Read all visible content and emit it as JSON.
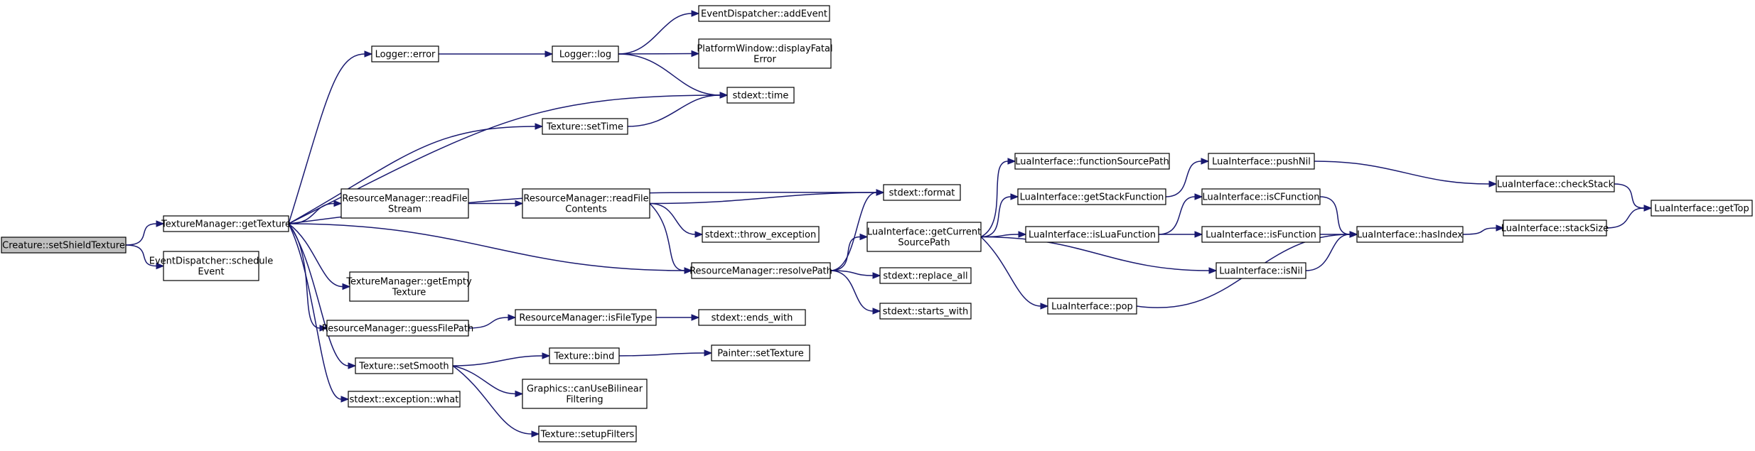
{
  "graph": {
    "node_fill": "#ffffff",
    "root_fill": "#bfbfbf",
    "edge_color": "#191970",
    "nodes": [
      {
        "id": "root",
        "lines": [
          "Creature::setShieldTexture"
        ],
        "root": true
      },
      {
        "id": "tm_getTexture",
        "lines": [
          "TextureManager::getTexture"
        ]
      },
      {
        "id": "ed_schedule",
        "lines": [
          "EventDispatcher::schedule",
          "Event"
        ]
      },
      {
        "id": "logger_error",
        "lines": [
          "Logger::error"
        ]
      },
      {
        "id": "logger_log",
        "lines": [
          "Logger::log"
        ]
      },
      {
        "id": "ed_addEvent",
        "lines": [
          "EventDispatcher::addEvent"
        ]
      },
      {
        "id": "pw_fatal",
        "lines": [
          "PlatformWindow::displayFatal",
          "Error"
        ]
      },
      {
        "id": "stdext_time",
        "lines": [
          "stdext::time"
        ]
      },
      {
        "id": "tex_setTime",
        "lines": [
          "Texture::setTime"
        ]
      },
      {
        "id": "stdext_format",
        "lines": [
          "stdext::format"
        ]
      },
      {
        "id": "rm_readFileStream",
        "lines": [
          "ResourceManager::readFile",
          "Stream"
        ]
      },
      {
        "id": "rm_readFileContents",
        "lines": [
          "ResourceManager::readFile",
          "Contents"
        ]
      },
      {
        "id": "stdext_throw",
        "lines": [
          "stdext::throw_exception"
        ]
      },
      {
        "id": "rm_resolvePath",
        "lines": [
          "ResourceManager::resolvePath"
        ]
      },
      {
        "id": "tm_getEmpty",
        "lines": [
          "TextureManager::getEmpty",
          "Texture"
        ]
      },
      {
        "id": "rm_guess",
        "lines": [
          "ResourceManager::guessFilePath"
        ]
      },
      {
        "id": "rm_isFileType",
        "lines": [
          "ResourceManager::isFileType"
        ]
      },
      {
        "id": "stdext_ends",
        "lines": [
          "stdext::ends_with"
        ]
      },
      {
        "id": "tex_setSmooth",
        "lines": [
          "Texture::setSmooth"
        ]
      },
      {
        "id": "tex_bind",
        "lines": [
          "Texture::bind"
        ]
      },
      {
        "id": "painter_setTexture",
        "lines": [
          "Painter::setTexture"
        ]
      },
      {
        "id": "gfx_canUse",
        "lines": [
          "Graphics::canUseBilinear",
          "Filtering"
        ]
      },
      {
        "id": "tex_setupFilters",
        "lines": [
          "Texture::setupFilters"
        ]
      },
      {
        "id": "stdext_what",
        "lines": [
          "stdext::exception::what"
        ]
      },
      {
        "id": "lua_getCurrentSource",
        "lines": [
          "LuaInterface::getCurrent",
          "SourcePath"
        ]
      },
      {
        "id": "stdext_replace",
        "lines": [
          "stdext::replace_all"
        ]
      },
      {
        "id": "stdext_starts",
        "lines": [
          "stdext::starts_with"
        ]
      },
      {
        "id": "lua_funcSourcePath",
        "lines": [
          "LuaInterface::functionSourcePath"
        ]
      },
      {
        "id": "lua_getStackFunction",
        "lines": [
          "LuaInterface::getStackFunction"
        ]
      },
      {
        "id": "lua_isLuaFunction",
        "lines": [
          "LuaInterface::isLuaFunction"
        ]
      },
      {
        "id": "lua_pop",
        "lines": [
          "LuaInterface::pop"
        ]
      },
      {
        "id": "lua_pushNil",
        "lines": [
          "LuaInterface::pushNil"
        ]
      },
      {
        "id": "lua_isCFunction",
        "lines": [
          "LuaInterface::isCFunction"
        ]
      },
      {
        "id": "lua_isFunction",
        "lines": [
          "LuaInterface::isFunction"
        ]
      },
      {
        "id": "lua_isNil",
        "lines": [
          "LuaInterface::isNil"
        ]
      },
      {
        "id": "lua_hasIndex",
        "lines": [
          "LuaInterface::hasIndex"
        ]
      },
      {
        "id": "lua_checkStack",
        "lines": [
          "LuaInterface::checkStack"
        ]
      },
      {
        "id": "lua_stackSize",
        "lines": [
          "LuaInterface::stackSize"
        ]
      },
      {
        "id": "lua_getTop",
        "lines": [
          "LuaInterface::getTop"
        ]
      }
    ],
    "edges": [
      [
        "root",
        "tm_getTexture"
      ],
      [
        "root",
        "ed_schedule"
      ],
      [
        "tm_getTexture",
        "logger_error"
      ],
      [
        "tm_getTexture",
        "stdext_time"
      ],
      [
        "tm_getTexture",
        "tex_setTime"
      ],
      [
        "tm_getTexture",
        "stdext_format"
      ],
      [
        "tm_getTexture",
        "rm_readFileStream"
      ],
      [
        "tm_getTexture",
        "rm_resolvePath"
      ],
      [
        "tm_getTexture",
        "tm_getEmpty"
      ],
      [
        "tm_getTexture",
        "rm_guess"
      ],
      [
        "tm_getTexture",
        "tex_setSmooth"
      ],
      [
        "tm_getTexture",
        "stdext_what"
      ],
      [
        "logger_error",
        "logger_log"
      ],
      [
        "logger_log",
        "ed_addEvent"
      ],
      [
        "logger_log",
        "pw_fatal"
      ],
      [
        "logger_log",
        "stdext_time"
      ],
      [
        "tex_setTime",
        "stdext_time"
      ],
      [
        "rm_readFileStream",
        "rm_readFileContents"
      ],
      [
        "rm_readFileContents",
        "stdext_format"
      ],
      [
        "rm_readFileContents",
        "stdext_throw"
      ],
      [
        "rm_readFileContents",
        "rm_resolvePath"
      ],
      [
        "rm_resolvePath",
        "stdext_format"
      ],
      [
        "rm_resolvePath",
        "lua_getCurrentSource"
      ],
      [
        "rm_resolvePath",
        "stdext_replace"
      ],
      [
        "rm_resolvePath",
        "stdext_starts"
      ],
      [
        "rm_guess",
        "rm_isFileType"
      ],
      [
        "rm_isFileType",
        "stdext_ends"
      ],
      [
        "tex_setSmooth",
        "tex_bind"
      ],
      [
        "tex_setSmooth",
        "gfx_canUse"
      ],
      [
        "tex_setSmooth",
        "tex_setupFilters"
      ],
      [
        "tex_bind",
        "painter_setTexture"
      ],
      [
        "lua_getCurrentSource",
        "lua_funcSourcePath"
      ],
      [
        "lua_getCurrentSource",
        "lua_getStackFunction"
      ],
      [
        "lua_getCurrentSource",
        "lua_isLuaFunction"
      ],
      [
        "lua_getCurrentSource",
        "lua_isNil"
      ],
      [
        "lua_getCurrentSource",
        "lua_pop"
      ],
      [
        "lua_getStackFunction",
        "lua_pushNil"
      ],
      [
        "lua_isLuaFunction",
        "lua_isCFunction"
      ],
      [
        "lua_isLuaFunction",
        "lua_isFunction"
      ],
      [
        "lua_pop",
        "lua_hasIndex"
      ],
      [
        "lua_pushNil",
        "lua_checkStack"
      ],
      [
        "lua_isCFunction",
        "lua_hasIndex"
      ],
      [
        "lua_isFunction",
        "lua_hasIndex"
      ],
      [
        "lua_isNil",
        "lua_hasIndex"
      ],
      [
        "lua_hasIndex",
        "lua_stackSize"
      ],
      [
        "lua_checkStack",
        "lua_getTop"
      ],
      [
        "lua_stackSize",
        "lua_getTop"
      ]
    ]
  }
}
